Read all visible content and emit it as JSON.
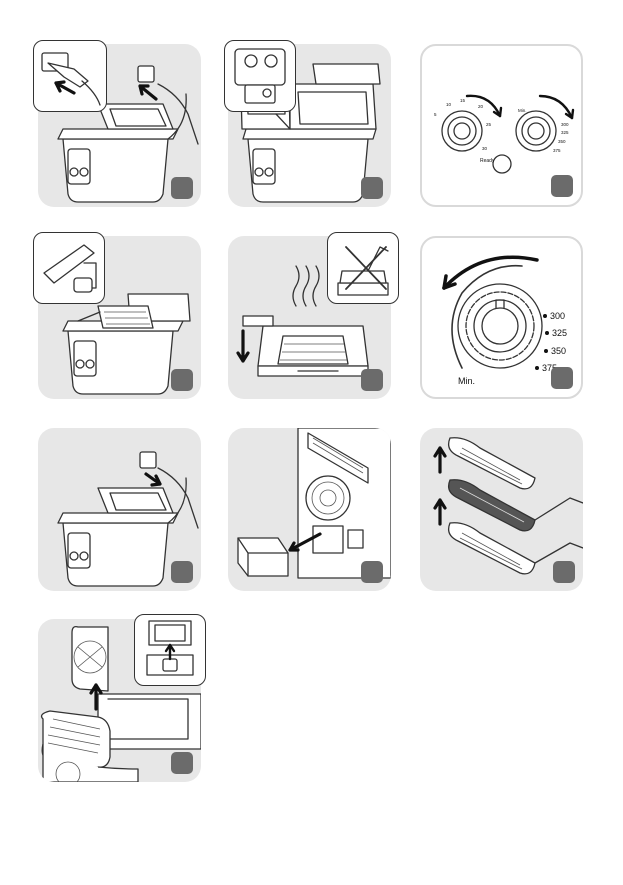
{
  "dial_small": {
    "ready_label": "Ready",
    "min_label": "Min.",
    "temps": [
      "300",
      "325",
      "350",
      "375"
    ],
    "timer_marks": [
      "5",
      "10",
      "15",
      "20",
      "25",
      "30"
    ]
  },
  "dial_large": {
    "min_label": "Min.",
    "temps": [
      "300",
      "325",
      "350",
      "375"
    ]
  }
}
